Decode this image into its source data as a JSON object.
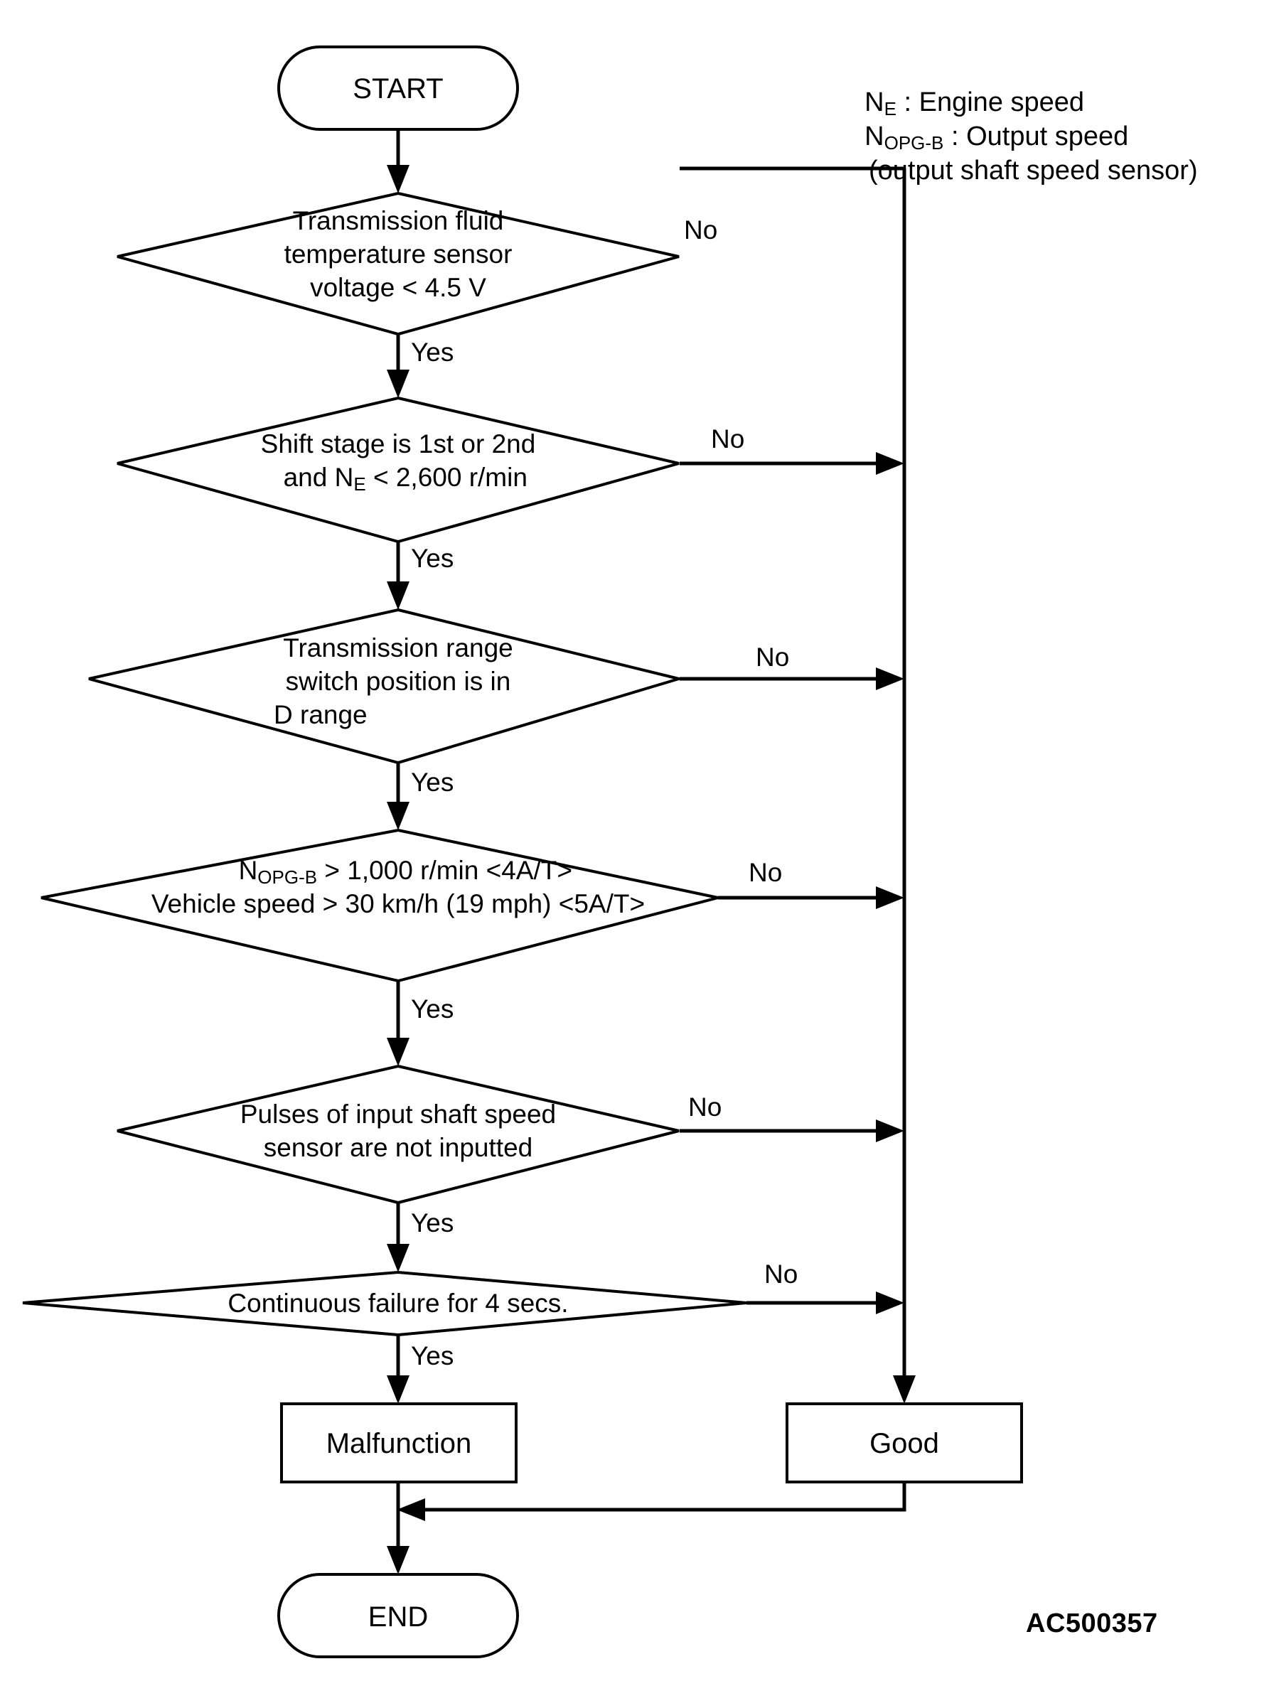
{
  "diagram": {
    "reference_code": "AC500357",
    "start_label": "START",
    "end_label": "END",
    "legend": [
      {
        "symbol_base": "N",
        "symbol_sub": "E",
        "separator": " : ",
        "definition": "Engine speed"
      },
      {
        "symbol_base": "N",
        "symbol_sub": "OPG-B",
        "separator": " : ",
        "definition": "Output speed"
      },
      {
        "symbol_base": "",
        "symbol_sub": "",
        "separator": "",
        "definition": "(output shaft speed sensor)"
      }
    ],
    "branch_yes": "Yes",
    "branch_no": "No",
    "decisions": [
      {
        "id": "fluid-temp-sensor-voltage",
        "lines": [
          "Transmission fluid",
          "temperature sensor",
          "voltage < 4.5 V"
        ],
        "yes": "Yes",
        "no": "No"
      },
      {
        "id": "shift-stage-and-engine-speed",
        "lines": [
          "Shift stage is 1st or 2nd",
          "and N< 2,600 r/min"
        ],
        "line2_prefix": "and N",
        "line2_sub": "E",
        "line2_suffix": " < 2,600 r/min",
        "yes": "Yes",
        "no": "No"
      },
      {
        "id": "transmission-range-switch-d-range",
        "lines": [
          "Transmission range",
          "switch position is in",
          "D range"
        ],
        "yes": "Yes",
        "no": "No"
      },
      {
        "id": "output-speed-or-vehicle-speed",
        "lines": [
          "N> 1,000 r/min <4A/T>",
          "Vehicle speed > 30 km/h (19 mph) <5A/T>"
        ],
        "line1_prefix": "N",
        "line1_sub": "OPG-B",
        "line1_suffix": " > 1,000 r/min <4A/T>",
        "yes": "Yes",
        "no": "No"
      },
      {
        "id": "input-shaft-speed-pulses",
        "lines": [
          "Pulses of input shaft speed",
          "sensor are not inputted"
        ],
        "yes": "Yes",
        "no": "No"
      },
      {
        "id": "continuous-failure-4-secs",
        "lines": [
          "Continuous failure for 4 secs."
        ],
        "yes": "Yes",
        "no": "No"
      }
    ],
    "outcomes": {
      "malfunction": "Malfunction",
      "good": "Good"
    },
    "colors": {
      "stroke": "#000000",
      "background": "#ffffff",
      "text": "#000000"
    }
  }
}
